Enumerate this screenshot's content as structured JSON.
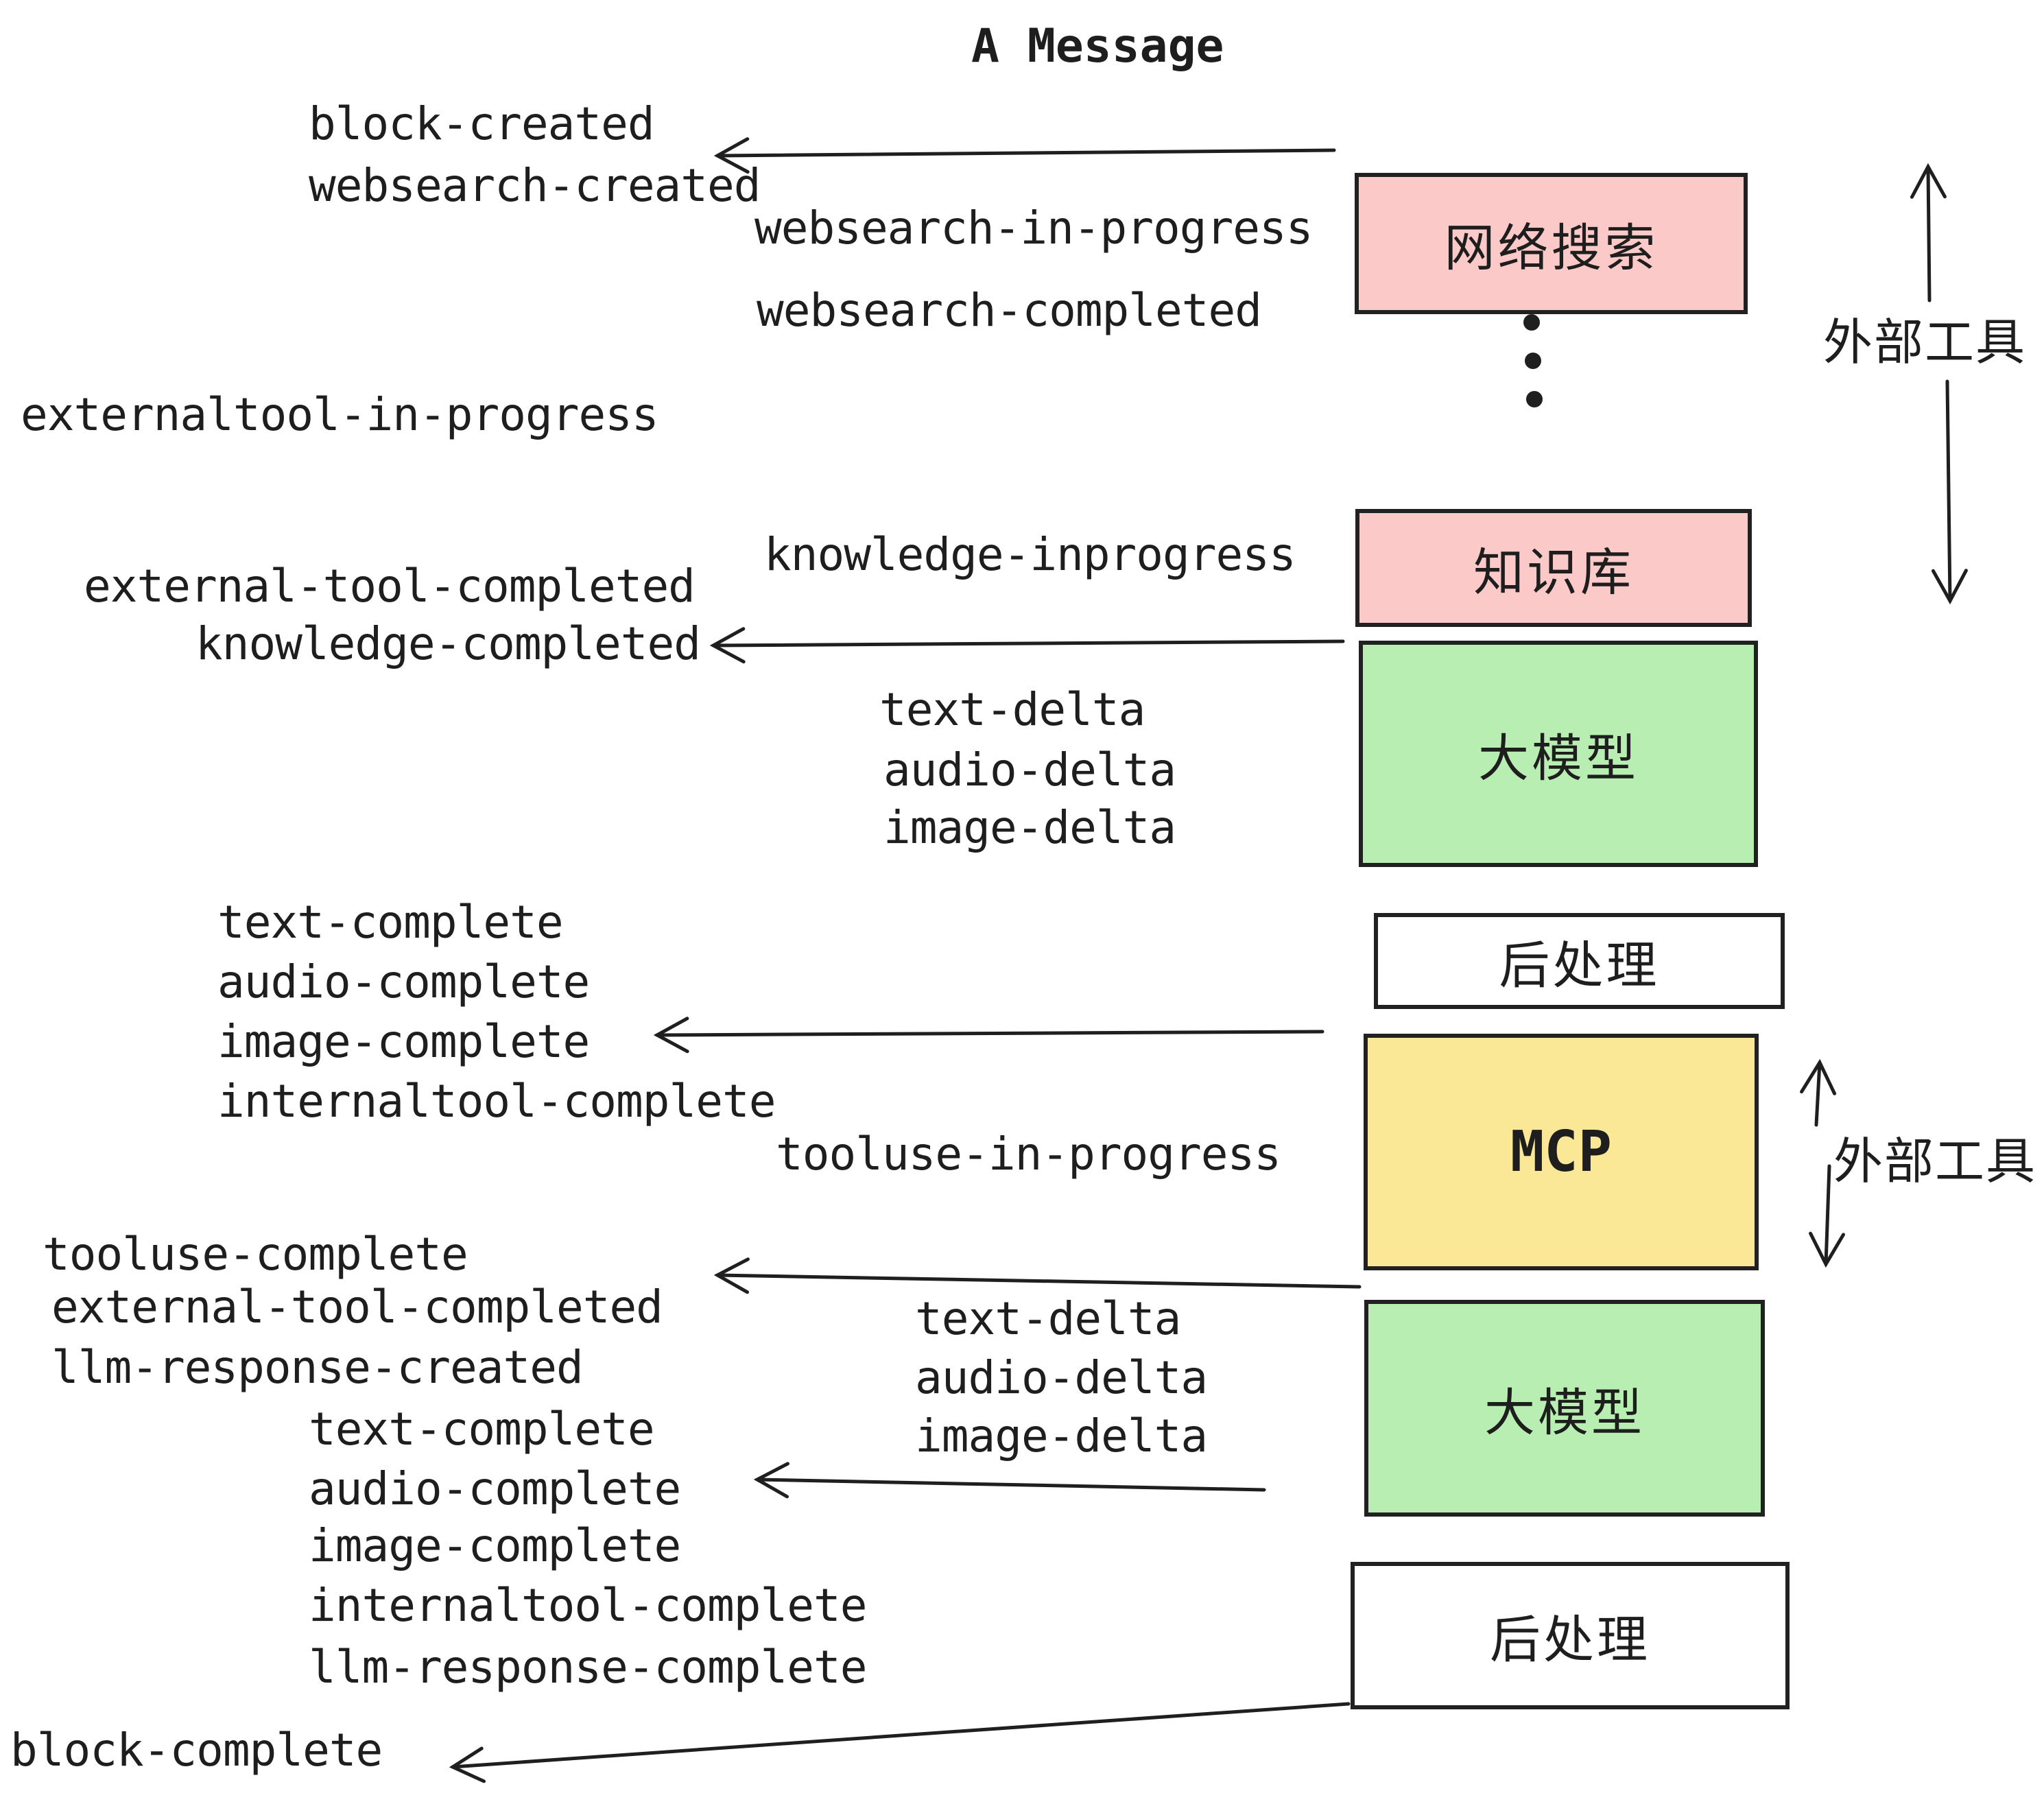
{
  "title": "A Message",
  "colors": {
    "ink": "#1f1f1f",
    "box_pink": "#fcc9c9",
    "box_green": "#b8eeb2",
    "box_yellow": "#fbe896",
    "box_white": "#ffffff",
    "background": "#ffffff"
  },
  "boxes": [
    {
      "id": "websearch",
      "label": "网络搜索",
      "color": "pink"
    },
    {
      "id": "knowledge",
      "label": "知识库",
      "color": "pink"
    },
    {
      "id": "llm-1",
      "label": "大模型",
      "color": "green"
    },
    {
      "id": "postprocess-1",
      "label": "后处理",
      "color": "white"
    },
    {
      "id": "mcp",
      "label": "MCP",
      "color": "yellow"
    },
    {
      "id": "llm-2",
      "label": "大模型",
      "color": "green"
    },
    {
      "id": "postprocess-2",
      "label": "后处理",
      "color": "white"
    }
  ],
  "side_labels": [
    {
      "text": "外部工具"
    },
    {
      "text": "外部工具"
    }
  ],
  "events": [
    {
      "text": "block-created"
    },
    {
      "text": "websearch-created"
    },
    {
      "text": "websearch-in-progress"
    },
    {
      "text": "websearch-completed"
    },
    {
      "text": "externaltool-in-progress"
    },
    {
      "text": "external-tool-completed"
    },
    {
      "text": "knowledge-completed"
    },
    {
      "text": "knowledge-inprogress"
    },
    {
      "text": "text-delta"
    },
    {
      "text": "audio-delta"
    },
    {
      "text": "image-delta"
    },
    {
      "text": "text-complete"
    },
    {
      "text": "audio-complete"
    },
    {
      "text": "image-complete"
    },
    {
      "text": "internaltool-complete"
    },
    {
      "text": "tooluse-in-progress"
    },
    {
      "text": "tooluse-complete"
    },
    {
      "text": "external-tool-completed"
    },
    {
      "text": "llm-response-created"
    },
    {
      "text": "text-complete"
    },
    {
      "text": "audio-complete"
    },
    {
      "text": "image-complete"
    },
    {
      "text": "internaltool-complete"
    },
    {
      "text": "llm-response-complete"
    },
    {
      "text": "block-complete"
    },
    {
      "text": "text-delta"
    },
    {
      "text": "audio-delta"
    },
    {
      "text": "image-delta"
    }
  ]
}
